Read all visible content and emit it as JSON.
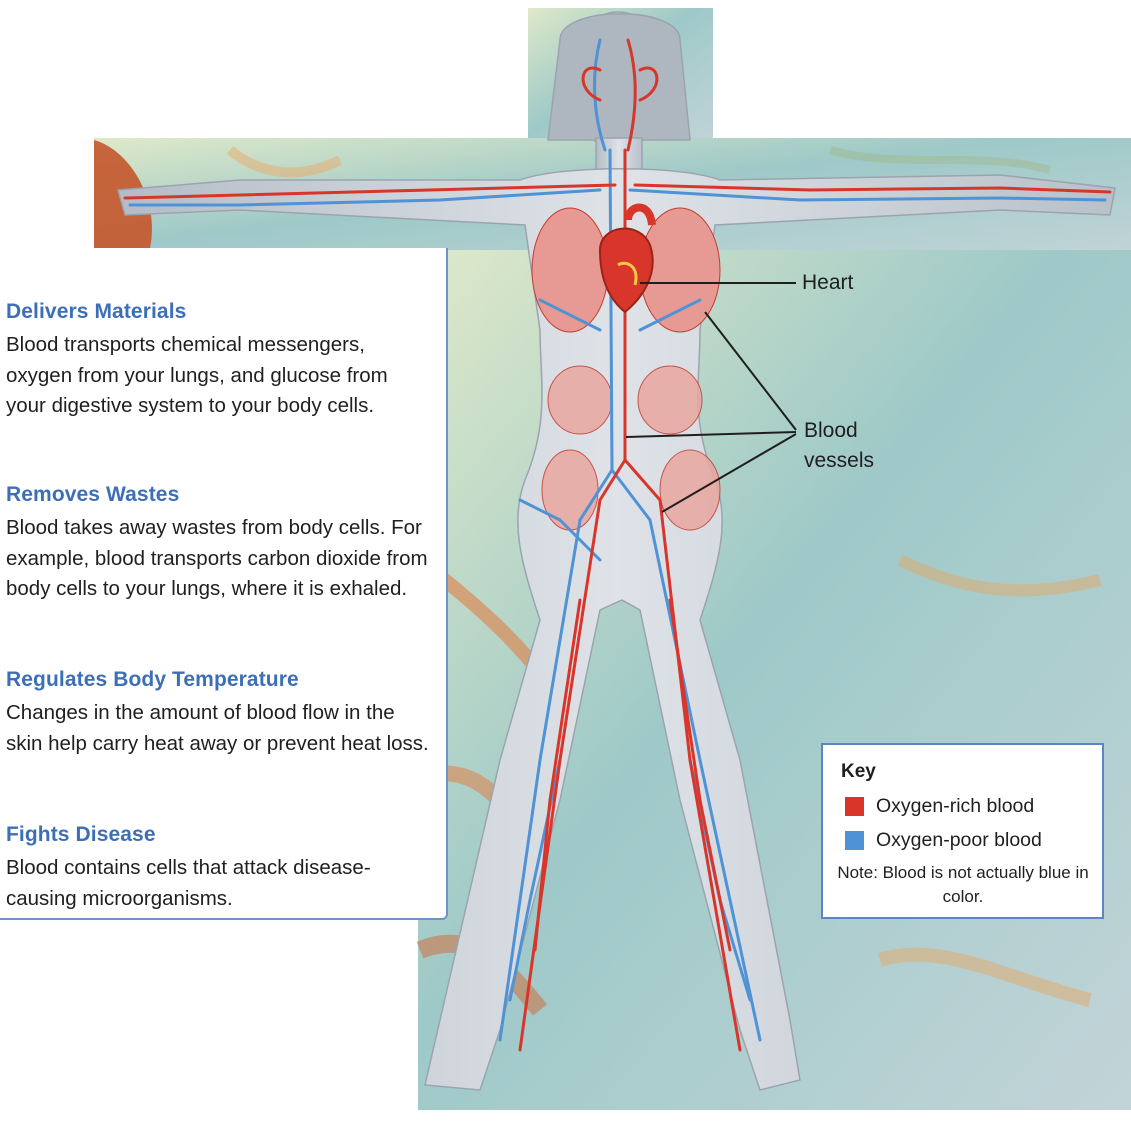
{
  "sections": [
    {
      "heading": "Delivers Materials",
      "body": "Blood transports chemical messengers, oxygen from your lungs, and glucose from your digestive system to your body cells."
    },
    {
      "heading": "Removes Wastes",
      "body": "Blood takes away wastes from body cells. For example, blood transports carbon dioxide from body cells to your lungs, where it is exhaled."
    },
    {
      "heading": "Regulates Body Temperature",
      "body": "Changes in the amount of blood flow in the skin help carry heat away or prevent heat loss."
    },
    {
      "heading": "Fights Disease",
      "body": "Blood contains cells that attack disease-causing microorganisms."
    }
  ],
  "callouts": {
    "heart": "Heart",
    "blood_vessels": "Blood vessels"
  },
  "key": {
    "title": "Key",
    "items": [
      {
        "label": "Oxygen-rich blood",
        "color": "#d8362b"
      },
      {
        "label": "Oxygen-poor blood",
        "color": "#4f93d6"
      }
    ],
    "note": "Note: Blood is not actually blue in color."
  },
  "colors": {
    "heading": "#3d6fb7",
    "panel_border": "#6d93c9",
    "artery": "#d8362b",
    "vein": "#4f93d6",
    "body": "#c9cfd6"
  }
}
